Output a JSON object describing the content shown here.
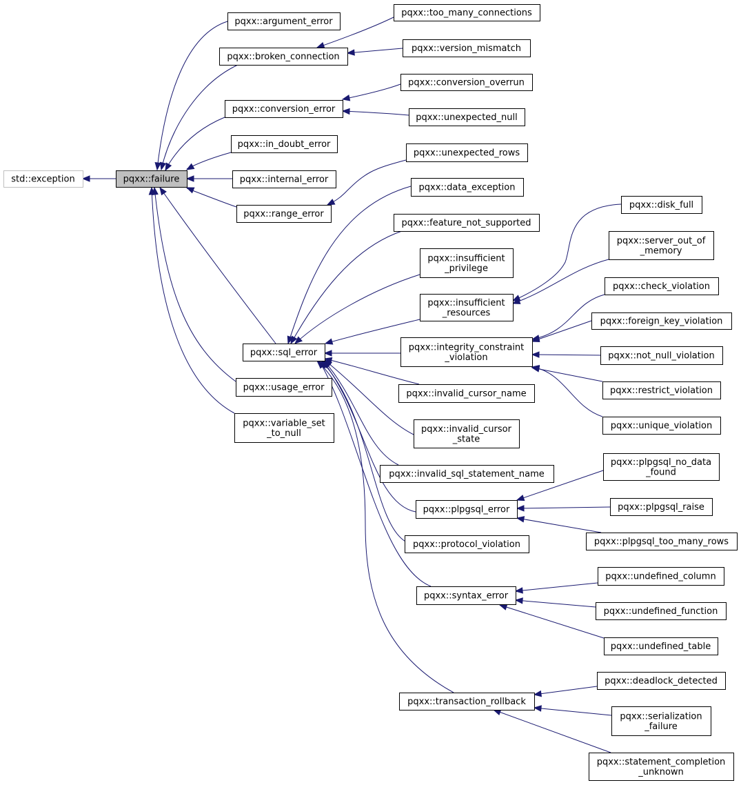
{
  "diagram": {
    "colors": {
      "edge": "#191970",
      "focus_fill": "#bfbfbf",
      "external_border": "#bfbfbf",
      "node_border": "#000000",
      "background": "#ffffff"
    },
    "nodes": [
      {
        "id": "std_exception",
        "lines": [
          "std::exception"
        ],
        "style": "external"
      },
      {
        "id": "failure",
        "lines": [
          "pqxx::failure"
        ],
        "style": "focus"
      },
      {
        "id": "argument_error",
        "lines": [
          "pqxx::argument_error"
        ]
      },
      {
        "id": "broken_connection",
        "lines": [
          "pqxx::broken_connection"
        ]
      },
      {
        "id": "too_many_connections",
        "lines": [
          "pqxx::too_many_connections"
        ]
      },
      {
        "id": "version_mismatch",
        "lines": [
          "pqxx::version_mismatch"
        ]
      },
      {
        "id": "conversion_error",
        "lines": [
          "pqxx::conversion_error"
        ]
      },
      {
        "id": "conversion_overrun",
        "lines": [
          "pqxx::conversion_overrun"
        ]
      },
      {
        "id": "unexpected_null",
        "lines": [
          "pqxx::unexpected_null"
        ]
      },
      {
        "id": "in_doubt_error",
        "lines": [
          "pqxx::in_doubt_error"
        ]
      },
      {
        "id": "internal_error",
        "lines": [
          "pqxx::internal_error"
        ]
      },
      {
        "id": "range_error",
        "lines": [
          "pqxx::range_error"
        ]
      },
      {
        "id": "unexpected_rows",
        "lines": [
          "pqxx::unexpected_rows"
        ]
      },
      {
        "id": "sql_error",
        "lines": [
          "pqxx::sql_error"
        ]
      },
      {
        "id": "usage_error",
        "lines": [
          "pqxx::usage_error"
        ]
      },
      {
        "id": "variable_set_to_null",
        "lines": [
          "pqxx::variable_set",
          "_to_null"
        ]
      },
      {
        "id": "data_exception",
        "lines": [
          "pqxx::data_exception"
        ]
      },
      {
        "id": "feature_not_supported",
        "lines": [
          "pqxx::feature_not_supported"
        ]
      },
      {
        "id": "insufficient_privilege",
        "lines": [
          "pqxx::insufficient",
          "_privilege"
        ]
      },
      {
        "id": "insufficient_resources",
        "lines": [
          "pqxx::insufficient",
          "_resources"
        ]
      },
      {
        "id": "disk_full",
        "lines": [
          "pqxx::disk_full"
        ]
      },
      {
        "id": "server_out_of_memory",
        "lines": [
          "pqxx::server_out_of",
          "_memory"
        ]
      },
      {
        "id": "integrity_constraint_violation",
        "lines": [
          "pqxx::integrity_constraint",
          "_violation"
        ]
      },
      {
        "id": "check_violation",
        "lines": [
          "pqxx::check_violation"
        ]
      },
      {
        "id": "foreign_key_violation",
        "lines": [
          "pqxx::foreign_key_violation"
        ]
      },
      {
        "id": "not_null_violation",
        "lines": [
          "pqxx::not_null_violation"
        ]
      },
      {
        "id": "restrict_violation",
        "lines": [
          "pqxx::restrict_violation"
        ]
      },
      {
        "id": "unique_violation",
        "lines": [
          "pqxx::unique_violation"
        ]
      },
      {
        "id": "invalid_cursor_name",
        "lines": [
          "pqxx::invalid_cursor_name"
        ]
      },
      {
        "id": "invalid_cursor_state",
        "lines": [
          "pqxx::invalid_cursor",
          "_state"
        ]
      },
      {
        "id": "invalid_sql_statement_name",
        "lines": [
          "pqxx::invalid_sql_statement_name"
        ]
      },
      {
        "id": "plpgsql_error",
        "lines": [
          "pqxx::plpgsql_error"
        ]
      },
      {
        "id": "plpgsql_no_data_found",
        "lines": [
          "pqxx::plpgsql_no_data",
          "_found"
        ]
      },
      {
        "id": "plpgsql_raise",
        "lines": [
          "pqxx::plpgsql_raise"
        ]
      },
      {
        "id": "plpgsql_too_many_rows",
        "lines": [
          "pqxx::plpgsql_too_many_rows"
        ]
      },
      {
        "id": "protocol_violation",
        "lines": [
          "pqxx::protocol_violation"
        ]
      },
      {
        "id": "syntax_error",
        "lines": [
          "pqxx::syntax_error"
        ]
      },
      {
        "id": "undefined_column",
        "lines": [
          "pqxx::undefined_column"
        ]
      },
      {
        "id": "undefined_function",
        "lines": [
          "pqxx::undefined_function"
        ]
      },
      {
        "id": "undefined_table",
        "lines": [
          "pqxx::undefined_table"
        ]
      },
      {
        "id": "transaction_rollback",
        "lines": [
          "pqxx::transaction_rollback"
        ]
      },
      {
        "id": "deadlock_detected",
        "lines": [
          "pqxx::deadlock_detected"
        ]
      },
      {
        "id": "serialization_failure",
        "lines": [
          "pqxx::serialization",
          "_failure"
        ]
      },
      {
        "id": "statement_completion_unknown",
        "lines": [
          "pqxx::statement_completion",
          "_unknown"
        ]
      }
    ],
    "edges": [
      {
        "from": "failure",
        "to": "std_exception"
      },
      {
        "from": "argument_error",
        "to": "failure"
      },
      {
        "from": "broken_connection",
        "to": "failure"
      },
      {
        "from": "conversion_error",
        "to": "failure"
      },
      {
        "from": "in_doubt_error",
        "to": "failure"
      },
      {
        "from": "internal_error",
        "to": "failure"
      },
      {
        "from": "range_error",
        "to": "failure"
      },
      {
        "from": "sql_error",
        "to": "failure"
      },
      {
        "from": "usage_error",
        "to": "failure"
      },
      {
        "from": "variable_set_to_null",
        "to": "failure"
      },
      {
        "from": "too_many_connections",
        "to": "broken_connection"
      },
      {
        "from": "version_mismatch",
        "to": "broken_connection"
      },
      {
        "from": "conversion_overrun",
        "to": "conversion_error"
      },
      {
        "from": "unexpected_null",
        "to": "conversion_error"
      },
      {
        "from": "unexpected_rows",
        "to": "range_error"
      },
      {
        "from": "data_exception",
        "to": "sql_error"
      },
      {
        "from": "feature_not_supported",
        "to": "sql_error"
      },
      {
        "from": "insufficient_privilege",
        "to": "sql_error"
      },
      {
        "from": "insufficient_resources",
        "to": "sql_error"
      },
      {
        "from": "integrity_constraint_violation",
        "to": "sql_error"
      },
      {
        "from": "invalid_cursor_name",
        "to": "sql_error"
      },
      {
        "from": "invalid_cursor_state",
        "to": "sql_error"
      },
      {
        "from": "invalid_sql_statement_name",
        "to": "sql_error"
      },
      {
        "from": "plpgsql_error",
        "to": "sql_error"
      },
      {
        "from": "protocol_violation",
        "to": "sql_error"
      },
      {
        "from": "syntax_error",
        "to": "sql_error"
      },
      {
        "from": "transaction_rollback",
        "to": "sql_error"
      },
      {
        "from": "disk_full",
        "to": "insufficient_resources"
      },
      {
        "from": "server_out_of_memory",
        "to": "insufficient_resources"
      },
      {
        "from": "check_violation",
        "to": "integrity_constraint_violation"
      },
      {
        "from": "foreign_key_violation",
        "to": "integrity_constraint_violation"
      },
      {
        "from": "not_null_violation",
        "to": "integrity_constraint_violation"
      },
      {
        "from": "restrict_violation",
        "to": "integrity_constraint_violation"
      },
      {
        "from": "unique_violation",
        "to": "integrity_constraint_violation"
      },
      {
        "from": "plpgsql_no_data_found",
        "to": "plpgsql_error"
      },
      {
        "from": "plpgsql_raise",
        "to": "plpgsql_error"
      },
      {
        "from": "plpgsql_too_many_rows",
        "to": "plpgsql_error"
      },
      {
        "from": "undefined_column",
        "to": "syntax_error"
      },
      {
        "from": "undefined_function",
        "to": "syntax_error"
      },
      {
        "from": "undefined_table",
        "to": "syntax_error"
      },
      {
        "from": "deadlock_detected",
        "to": "transaction_rollback"
      },
      {
        "from": "serialization_failure",
        "to": "transaction_rollback"
      },
      {
        "from": "statement_completion_unknown",
        "to": "transaction_rollback"
      }
    ]
  }
}
